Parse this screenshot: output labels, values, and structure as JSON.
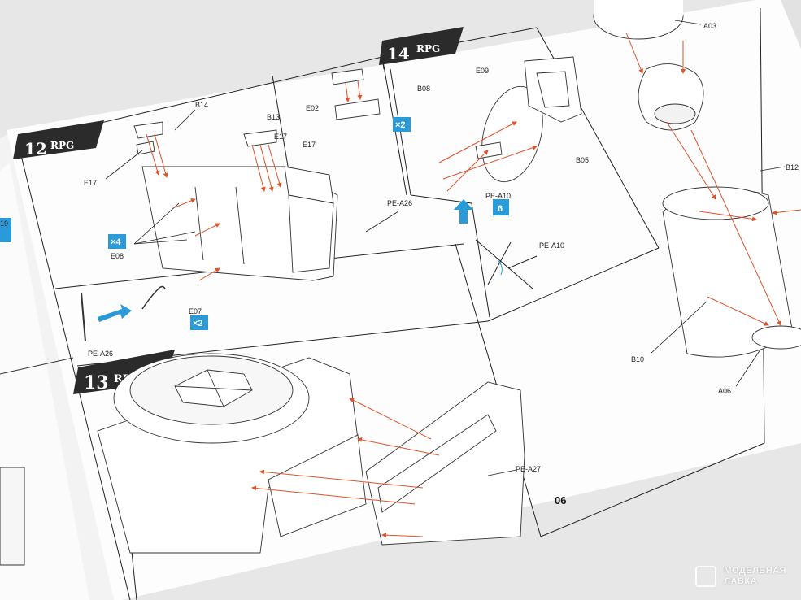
{
  "page_number": "06",
  "steps": [
    {
      "id": "12",
      "brand": "RPG"
    },
    {
      "id": "13",
      "brand": "RPG"
    },
    {
      "id": "14",
      "brand": "RPG"
    }
  ],
  "quantities": {
    "x4": "×4",
    "x2a": "×2",
    "x2b": "×2",
    "six": "6",
    "left_edge": "19"
  },
  "parts": {
    "B14": "B14",
    "E17a": "E17",
    "B13": "B13",
    "E17b": "E17",
    "E02": "E02",
    "E17c": "E17",
    "PE_A26a": "PE-A26",
    "E08": "E08",
    "E07": "E07",
    "PE_A26b": "PE-A26",
    "E09": "E09",
    "B08": "B08",
    "B05": "B05",
    "PE_A10a": "PE-A10",
    "PE_A10b": "PE-A10",
    "A03": "A03",
    "B12": "B12",
    "B10": "B10",
    "A06": "A06",
    "PE_A27": "PE-A27"
  },
  "watermark": {
    "line1": "МОДЕЛЬНАЯ",
    "line2": "ЛАВКА"
  },
  "colors": {
    "arrow": "#e0522a",
    "badge": "#2a9ad8",
    "header": "#2b2b2b",
    "paper": "#ffffff"
  }
}
